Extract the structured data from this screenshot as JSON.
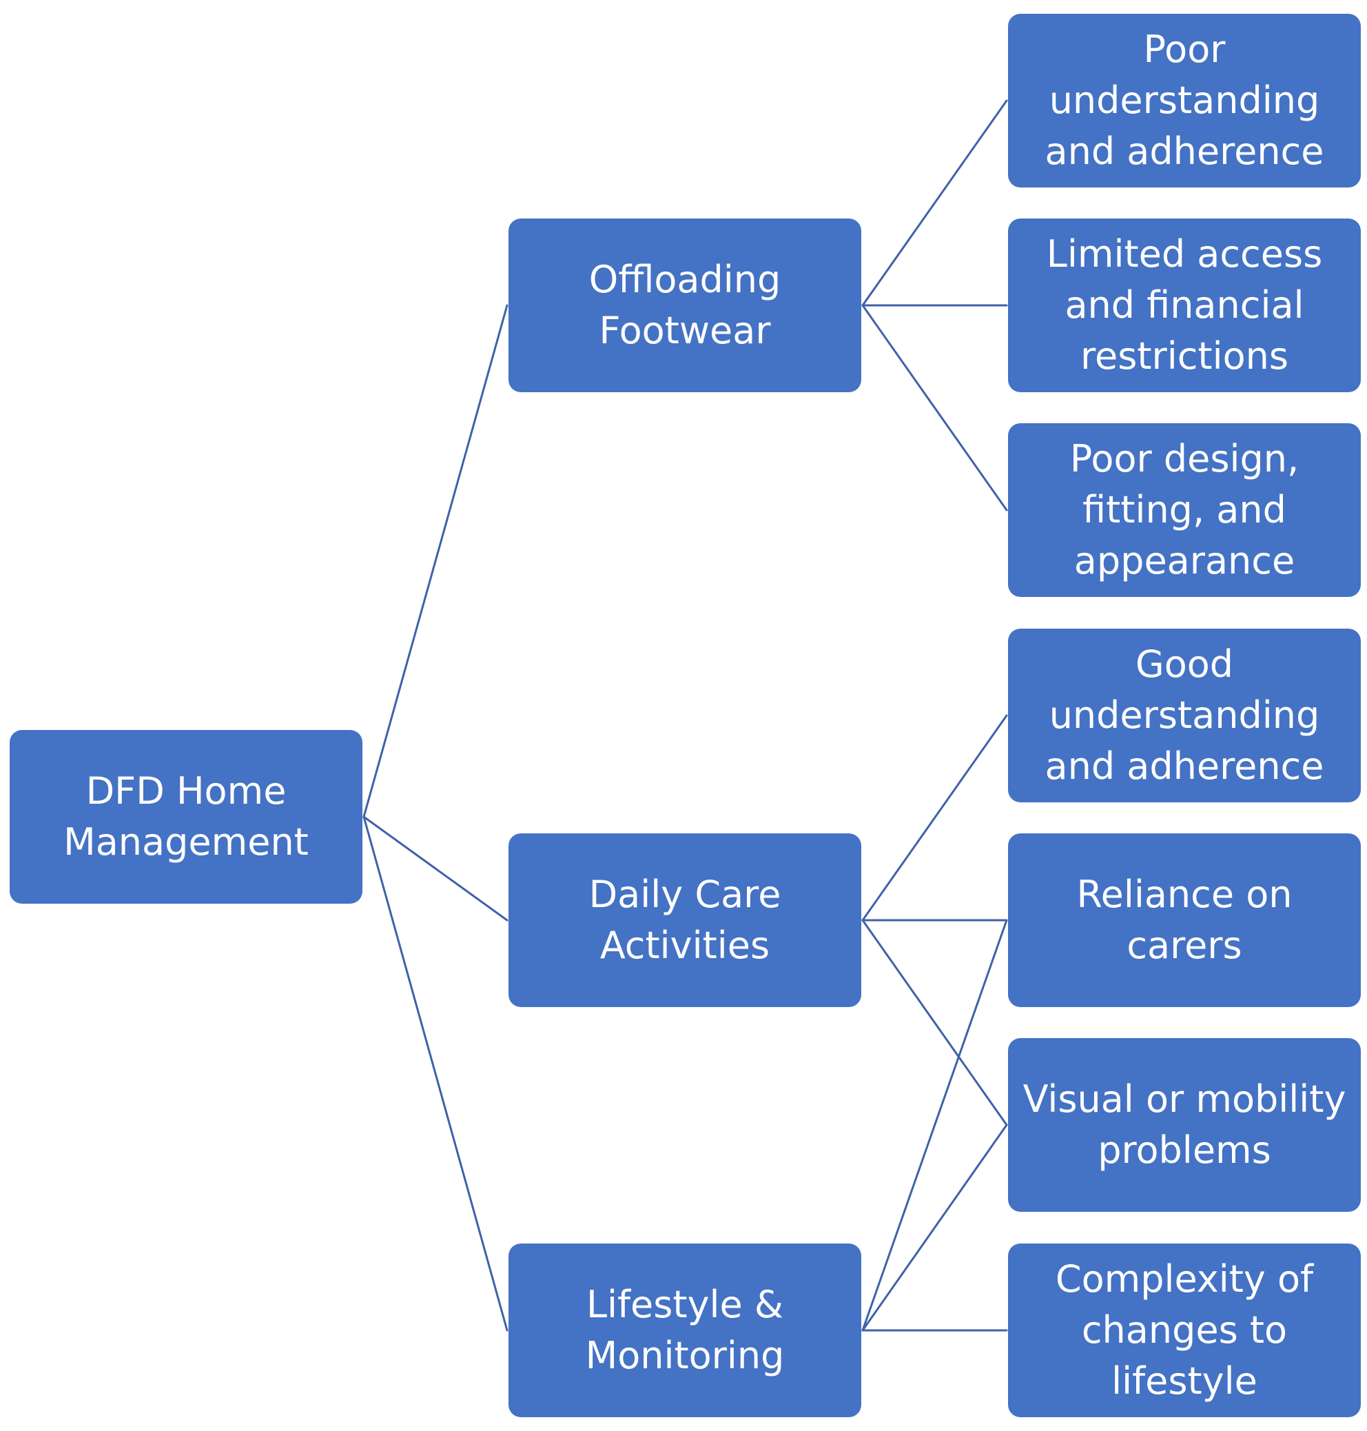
{
  "diagram": {
    "root": {
      "label": "DFD Home\nManagement"
    },
    "themes": [
      {
        "id": "a",
        "label": "Offloading\nFootwear"
      },
      {
        "id": "b",
        "label": "Daily Care\nActivities"
      },
      {
        "id": "c",
        "label": "Lifestyle &\nMonitoring"
      }
    ],
    "subthemes": [
      {
        "id": "a1",
        "label": "Poor\nunderstanding\nand adherence"
      },
      {
        "id": "a2",
        "label": "Limited access\nand financial\nrestrictions"
      },
      {
        "id": "a3",
        "label": "Poor design,\nfitting, and\nappearance"
      },
      {
        "id": "b1",
        "label": "Good\nunderstanding\nand adherence"
      },
      {
        "id": "b2",
        "label": "Reliance on carers"
      },
      {
        "id": "b3",
        "label": "Visual or mobility\nproblems"
      },
      {
        "id": "c1",
        "label": "Complexity of\nchanges to\nlifestyle"
      }
    ],
    "links": [
      [
        "root",
        "a"
      ],
      [
        "root",
        "b"
      ],
      [
        "root",
        "c"
      ],
      [
        "a",
        "a1"
      ],
      [
        "a",
        "a2"
      ],
      [
        "a",
        "a3"
      ],
      [
        "b",
        "b1"
      ],
      [
        "b",
        "b2"
      ],
      [
        "b",
        "b3"
      ],
      [
        "c",
        "b2"
      ],
      [
        "c",
        "b3"
      ],
      [
        "c",
        "c1"
      ]
    ],
    "colors": {
      "node_fill": "#4472c4",
      "node_text": "#ffffff",
      "connector": "#3f62a8"
    }
  }
}
